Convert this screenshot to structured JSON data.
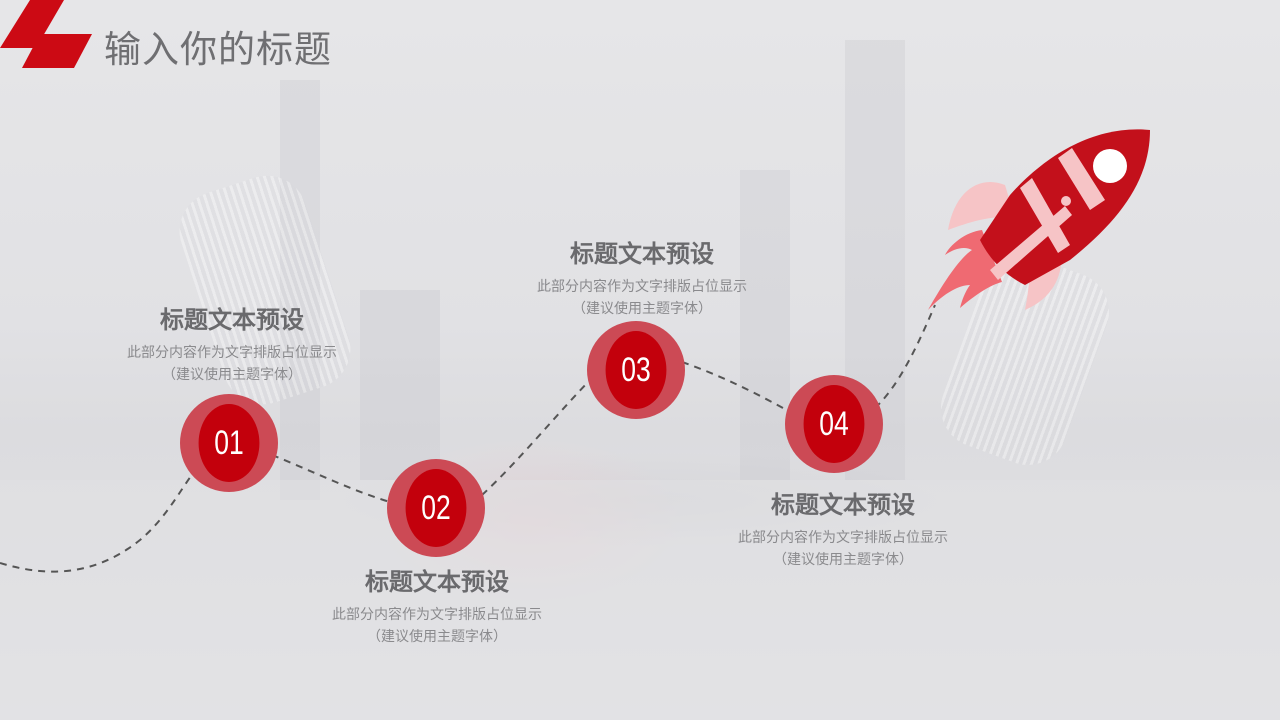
{
  "header": {
    "title": "输入你的标题"
  },
  "colors": {
    "accent_red": "#c3000c",
    "ring_red": "#cc4a55",
    "rocket_pink": "#f6c4c6",
    "text_gray": "#6f6f72",
    "path_dash": "#555555"
  },
  "steps": [
    {
      "number": "01",
      "title": "标题文本预设",
      "desc_line1": "此部分内容作为文字排版占位显示",
      "desc_line2": "（建议使用主题字体）"
    },
    {
      "number": "02",
      "title": "标题文本预设",
      "desc_line1": "此部分内容作为文字排版占位显示",
      "desc_line2": "（建议使用主题字体）"
    },
    {
      "number": "03",
      "title": "标题文本预设",
      "desc_line1": "此部分内容作为文字排版占位显示",
      "desc_line2": "（建议使用主题字体）"
    },
    {
      "number": "04",
      "title": "标题文本预设",
      "desc_line1": "此部分内容作为文字排版占位显示",
      "desc_line2": "（建议使用主题字体）"
    }
  ],
  "icons": {
    "logo": "red-parallelogram-logo-icon",
    "rocket": "rocket-icon"
  }
}
